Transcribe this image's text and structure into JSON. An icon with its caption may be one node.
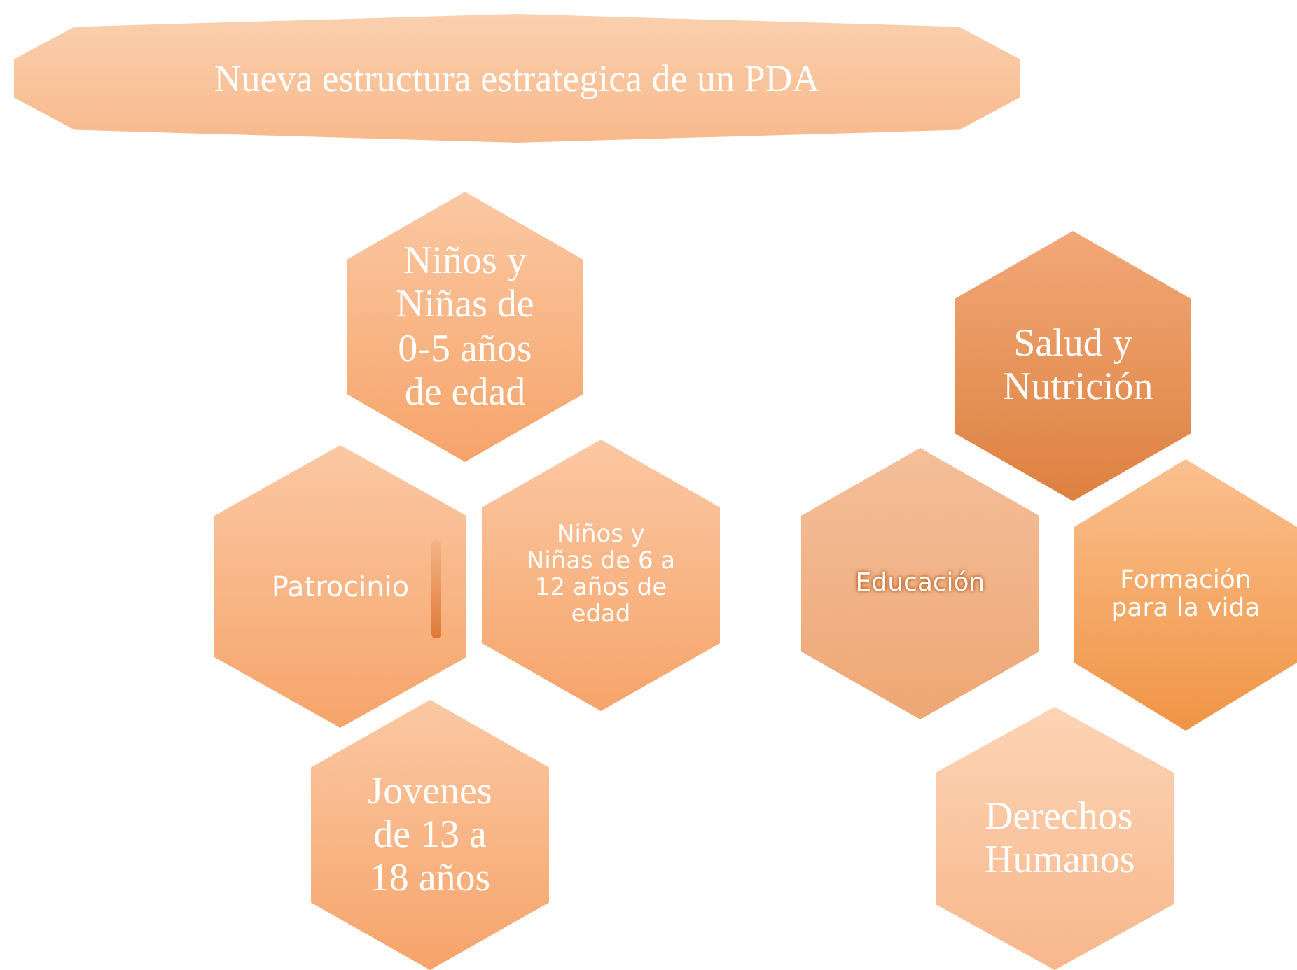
{
  "diagram": {
    "nodes": [
      {
        "text": [
          "Nueva estructura estrategica de un PDA"
        ]
      },
      {
        "text": [
          "Niños y Niñas de 0-5 años de edad"
        ]
      },
      {
        "text": [
          "Patrocinio"
        ]
      },
      {
        "text": [
          "Niños y Niñas de 6 a 12 años de edad"
        ]
      },
      {
        "text": [
          "Jovenes de 13 a 18 años"
        ]
      },
      {
        "text": [
          "Salud y Nutrición"
        ]
      },
      {
        "text": [
          "Educación"
        ]
      },
      {
        "text": [
          "Formación para la vida"
        ]
      },
      {
        "text": [
          "Derechos Humanos"
        ]
      }
    ]
  }
}
